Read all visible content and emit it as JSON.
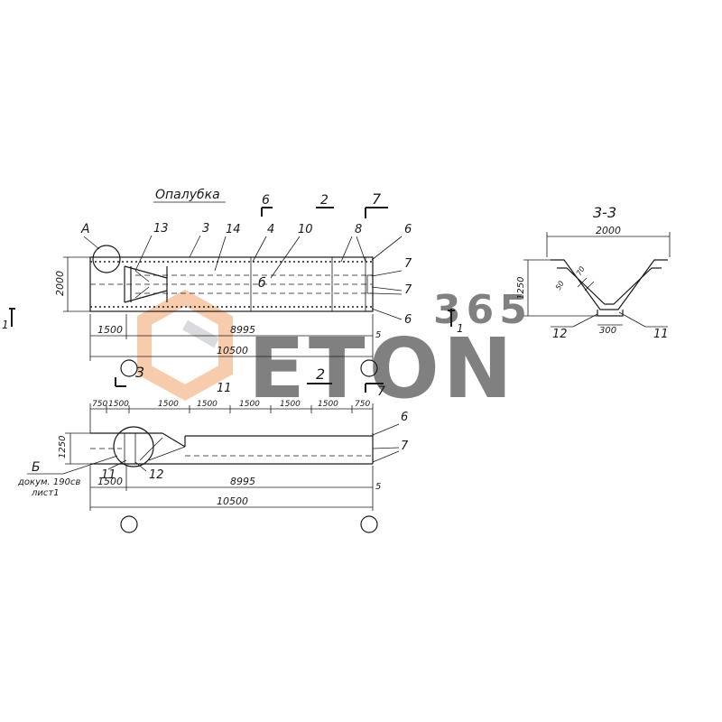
{
  "title": "Опалубка",
  "section_cuts": {
    "c6": "6",
    "c2": "2",
    "c7": "7",
    "c3": "3",
    "c2b": "2",
    "c7b": "7",
    "c1": "1",
    "c1b": "1",
    "c11": "11"
  },
  "top_view": {
    "callouts": {
      "a": "А",
      "n13": "13",
      "n3": "3",
      "n14": "14",
      "n4": "4",
      "n10": "10",
      "n8": "8",
      "n6a": "6",
      "n7a": "7",
      "n7b": "7",
      "n6b": "6",
      "b": "б"
    },
    "dims": {
      "height": "2000",
      "d1500": "1500",
      "d8995": "8995",
      "d5": "5",
      "d10500": "10500"
    }
  },
  "bottom_view": {
    "top_dims": [
      "750",
      "1500",
      "1500",
      "1500",
      "1500",
      "1500",
      "1500",
      "750"
    ],
    "callouts": {
      "n6": "6",
      "n7": "7",
      "b": "Б",
      "doc1": "докум. 190св",
      "doc2": "лист1",
      "n11": "11",
      "n12": "12"
    },
    "dims": {
      "height": "1250",
      "d1500": "1500",
      "d8995": "8995",
      "d5": "5",
      "d10500": "10500"
    }
  },
  "section_33": {
    "title": "3-3",
    "dims": {
      "width": "2000",
      "height": "1250",
      "d50": "50",
      "d70": "70",
      "d300": "300"
    },
    "callouts": {
      "n12": "12",
      "n11": "11"
    }
  },
  "watermark": {
    "num": "365",
    "word": "ETON",
    "color_orange": "#f2a36b",
    "color_gray": "#b9bcc2"
  }
}
